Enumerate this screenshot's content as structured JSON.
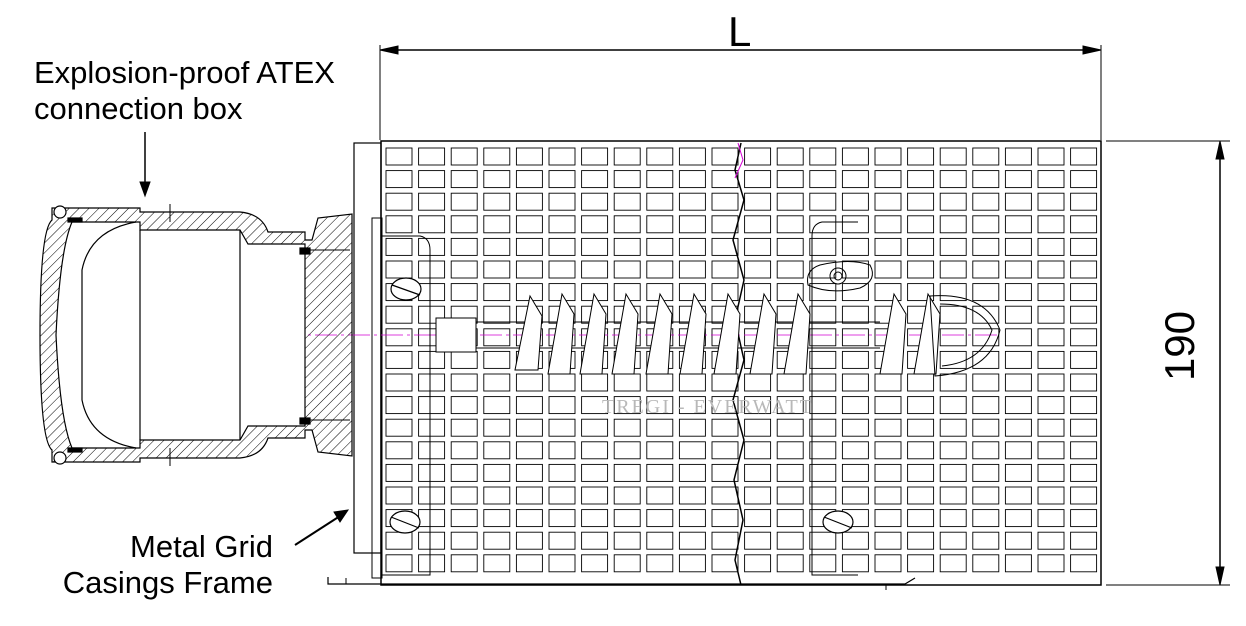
{
  "labels": {
    "atex_line1": "Explosion-proof ATEX",
    "atex_line2": "connection box",
    "frame_line1": "Metal Grid",
    "frame_line2": "Casings Frame"
  },
  "dimensions": {
    "length": "L",
    "height": "190"
  },
  "watermark": "TREGI - EVERWATT",
  "colors": {
    "line": "#000000",
    "centerline": "#d400d4",
    "watermark": "#b8b8b8"
  },
  "icons": {
    "arrow": "arrow-icon"
  }
}
